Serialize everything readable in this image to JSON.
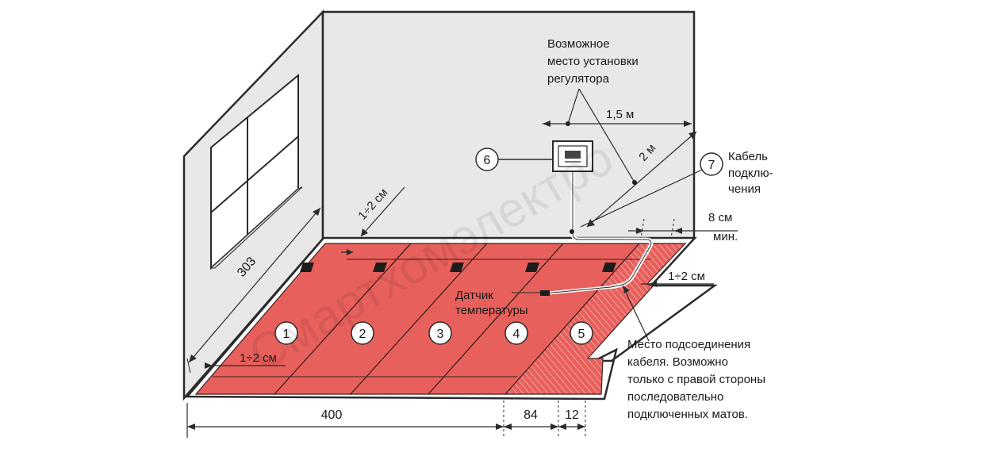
{
  "colors": {
    "mat": "#e8605c",
    "wall": "#e9e8e9",
    "outline": "#2b2b2b",
    "mat_line": "#3a2020",
    "connector": "#1c1c1c"
  },
  "watermark": "Смартхомэлектро",
  "labels": {
    "regulator": [
      "Возможное",
      "место установки",
      "регулятора"
    ],
    "dist_h": "1,5 м",
    "dist_d": "2 м",
    "cable": [
      "Кабель",
      "подклю-",
      "чения"
    ],
    "wall_gap": "1÷2 см",
    "side_gap": "8 см",
    "side_gap_min": "мин.",
    "right_gap": "1÷2 см",
    "left_gap": "1÷2 см",
    "sensor": [
      "Датчик",
      "температуры"
    ],
    "connection": [
      "Место подсоединения",
      "кабеля. Возможно",
      "только с правой стороны",
      "последовательно",
      "подключенных матов."
    ],
    "wall_height": "303",
    "dim_400": "400",
    "dim_84": "84",
    "dim_12": "12"
  },
  "callouts": {
    "regulator_num": "6",
    "cable_num": "7"
  },
  "mats": [
    "1",
    "2",
    "3",
    "4",
    "5"
  ]
}
